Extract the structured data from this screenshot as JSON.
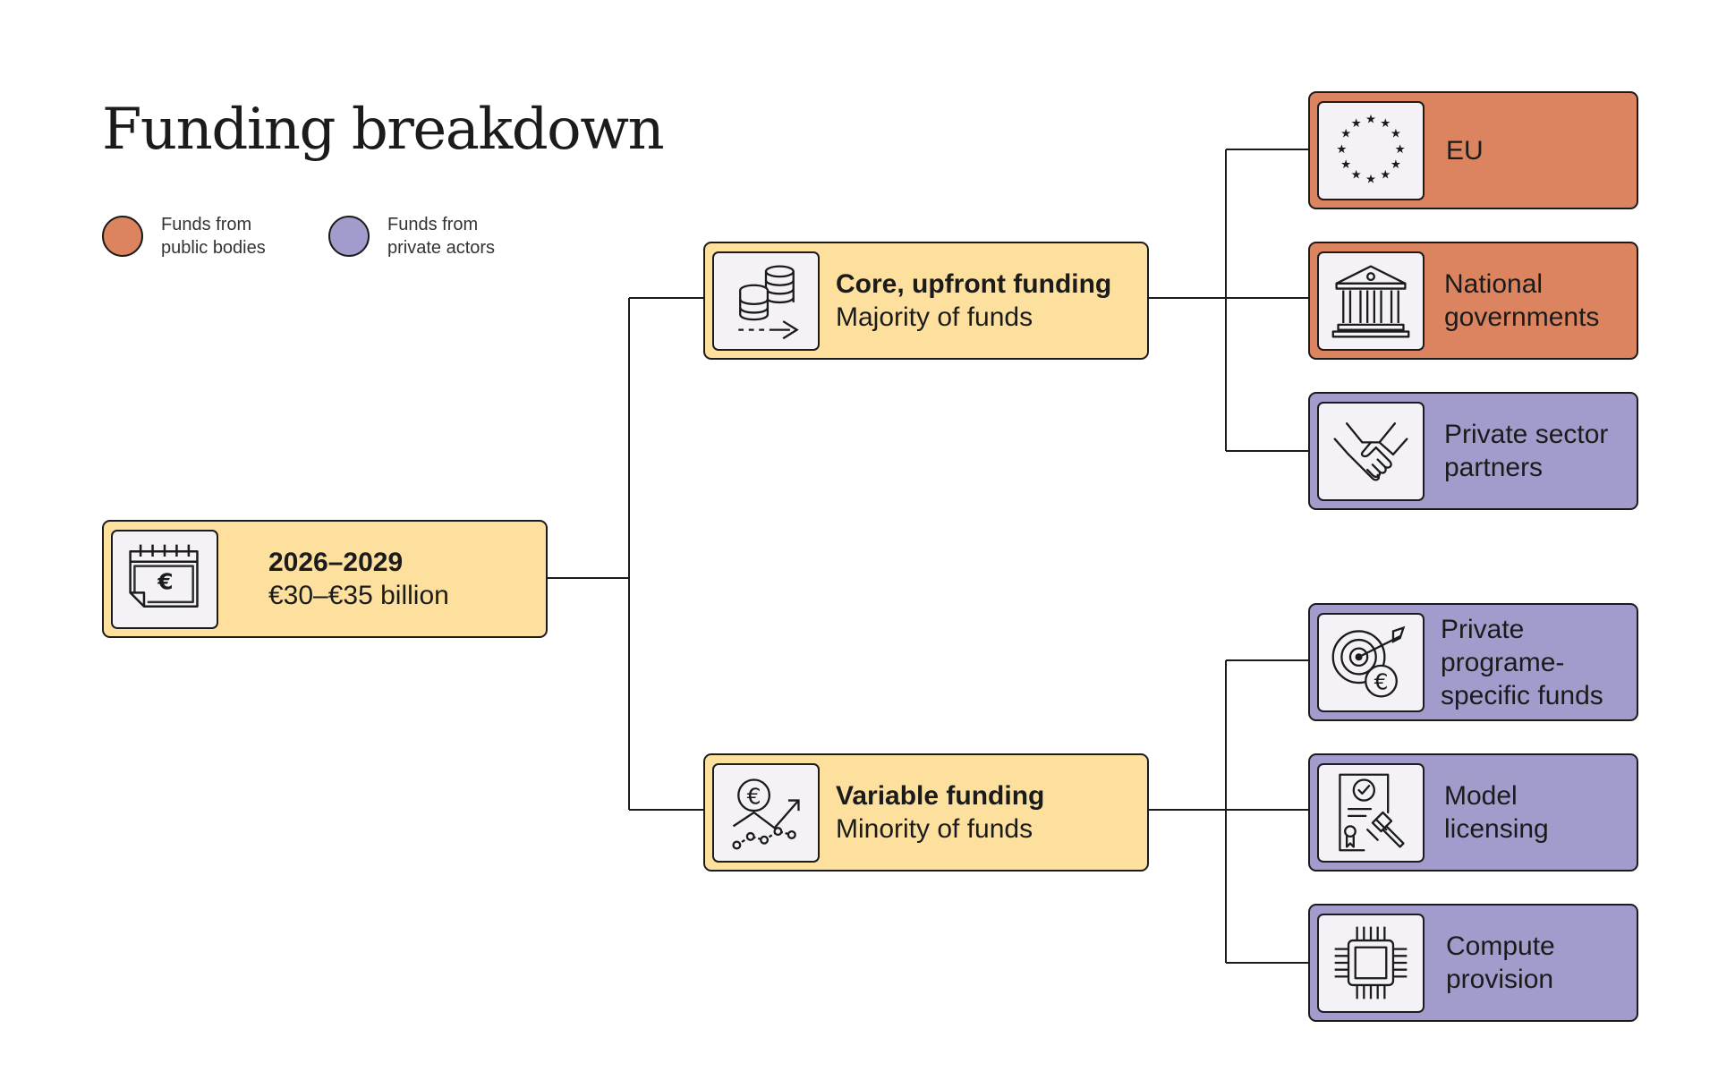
{
  "title": "Funding breakdown",
  "legend": [
    {
      "line1": "Funds from",
      "line2": "public bodies",
      "color": "#db845f"
    },
    {
      "line1": "Funds from",
      "line2": "private actors",
      "color": "#a19ccb"
    }
  ],
  "colors": {
    "root_fill": "#fde09e",
    "public": "#db845f",
    "private": "#a19ccb",
    "stroke": "#1b1b1b"
  },
  "root": {
    "line1": "2026–2029",
    "line2": "€30–€35 billion",
    "icon": "calendar-euro-icon"
  },
  "branches": [
    {
      "line1": "Core, upfront funding",
      "line2": "Majority of funds",
      "icon": "coins-transfer-icon"
    },
    {
      "line1": "Variable funding",
      "line2": "Minority of funds",
      "icon": "euro-growth-chart-icon"
    }
  ],
  "leaves": [
    {
      "lines": [
        "EU"
      ],
      "icon": "eu-stars-icon",
      "type": "public"
    },
    {
      "lines": [
        "National",
        "governments"
      ],
      "icon": "government-building-icon",
      "type": "public"
    },
    {
      "lines": [
        "Private sector",
        "partners"
      ],
      "icon": "handshake-icon",
      "type": "private"
    },
    {
      "lines": [
        "Private",
        "programe-",
        "specific funds"
      ],
      "icon": "target-euro-icon",
      "type": "private"
    },
    {
      "lines": [
        "Model",
        "licensing"
      ],
      "icon": "license-gavel-icon",
      "type": "private"
    },
    {
      "lines": [
        "Compute",
        "provision"
      ],
      "icon": "chip-icon",
      "type": "private"
    }
  ]
}
